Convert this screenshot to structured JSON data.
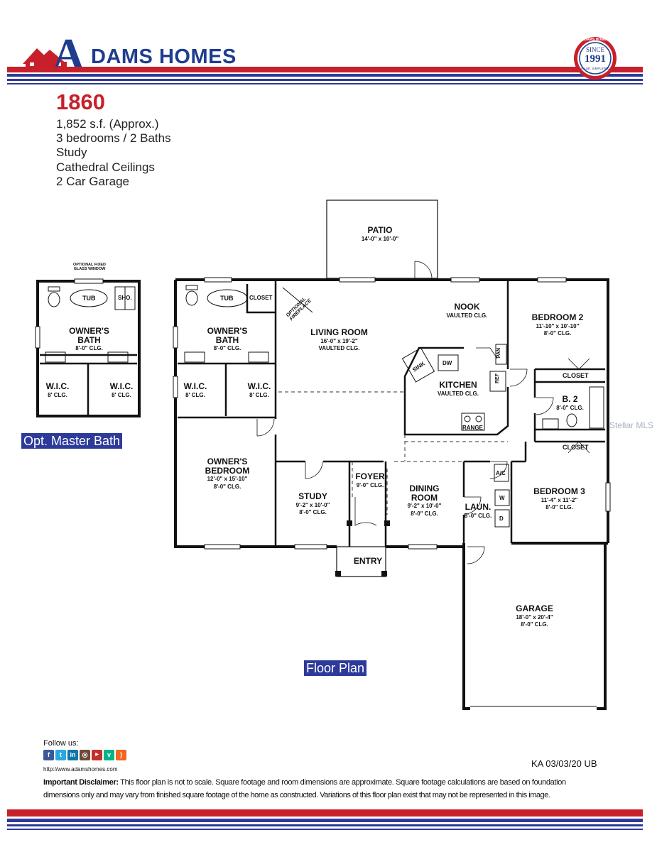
{
  "header": {
    "brand_initial": "A",
    "brand_rest": "DAMS HOMES",
    "seal_since": "SINCE",
    "seal_year": "1991",
    "seal_ring_text": "ADAMS HOMES",
    "seal_tagline": "VALUE. SIMPLIFIED."
  },
  "plan": {
    "number": "1860",
    "specs": [
      "1,852 s.f. (Approx.)",
      "3 bedrooms / 2 Baths",
      "Study",
      "Cathedral Ceilings",
      "2 Car Garage"
    ]
  },
  "rooms": {
    "patio": {
      "name": "PATIO",
      "dim": "14'-0\" x 10'-0\""
    },
    "living": {
      "name": "LIVING ROOM",
      "dim": "16'-0\" x 19'-2\"",
      "clg": "VAULTED CLG."
    },
    "nook": {
      "name": "NOOK",
      "clg": "VAULTED CLG."
    },
    "bed2": {
      "name": "BEDROOM 2",
      "dim": "11'-10\" x 10'-10\"",
      "clg": "8'-0\" CLG."
    },
    "kitchen": {
      "name": "KITCHEN",
      "clg": "VAULTED CLG."
    },
    "bath2": {
      "name": "B. 2",
      "clg": "8'-0\" CLG."
    },
    "owners_bath": {
      "name": "OWNER'S",
      "name2": "BATH",
      "clg": "8'-0\" CLG."
    },
    "wic": {
      "name": "W.I.C.",
      "clg": "8' CLG."
    },
    "owners_bed": {
      "name": "OWNER'S",
      "name2": "BEDROOM",
      "dim": "12'-0\" x 15'-10\"",
      "clg": "8'-0\" CLG."
    },
    "study": {
      "name": "STUDY",
      "dim": "9'-2\" x 10'-0\"",
      "clg": "8'-0\" CLG."
    },
    "foyer": {
      "name": "FOYER",
      "clg": "9'-0\" CLG."
    },
    "dining": {
      "name": "DINING",
      "name2": "ROOM",
      "dim": "9'-2\" x 10'-0\"",
      "clg": "8'-0\" CLG."
    },
    "laundry": {
      "name": "LAUN.",
      "clg": "8'-0\" CLG."
    },
    "bed3": {
      "name": "BEDROOM 3",
      "dim": "11'-4\" x 11'-2\"",
      "clg": "8'-0\" CLG."
    },
    "garage": {
      "name": "GARAGE",
      "dim": "18'-0\" x 20'-4\"",
      "clg": "8'-0\" CLG."
    },
    "entry": {
      "name": "ENTRY"
    }
  },
  "fixtures": {
    "tub": "TUB",
    "shower": "SHO.",
    "closet": "CLOSET",
    "sink": "SINK",
    "dw": "DW",
    "range": "RANGE",
    "pan": "PAN",
    "ref": "REF",
    "ac": "A/C",
    "washer": "W",
    "dryer": "D",
    "fireplace": "OPTIONAL FIREPLACE",
    "fixed_window": "OPTIONAL FIXED GLASS WINDOW"
  },
  "labels": {
    "opt_master": "Opt. Master Bath",
    "floor_plan": "Floor Plan",
    "watermark": "Stellar MLS"
  },
  "footer": {
    "follow": "Follow us:",
    "url": "http://www.adamshomes.com",
    "code": "KA 03/03/20 UB",
    "disclaimer_bold": "Important Disclaimer:",
    "disclaimer_line1": "This floor plan is not to scale. Square footage and room dimensions are approximate. Square footage calculations are based on foundation",
    "disclaimer_line2": "dimensions only and may vary from finished square footage of the home as constructed. Variations of this floor plan exist that may not be represented in this image.",
    "social_icons": [
      "facebook-icon",
      "twitter-icon",
      "linkedin-icon",
      "instagram-icon",
      "youtube-icon",
      "vine-icon",
      "rss-icon"
    ]
  },
  "colors": {
    "brand_blue": "#1e3d8f",
    "brand_red": "#c8202a",
    "banner_blue": "#2d3a9a"
  }
}
